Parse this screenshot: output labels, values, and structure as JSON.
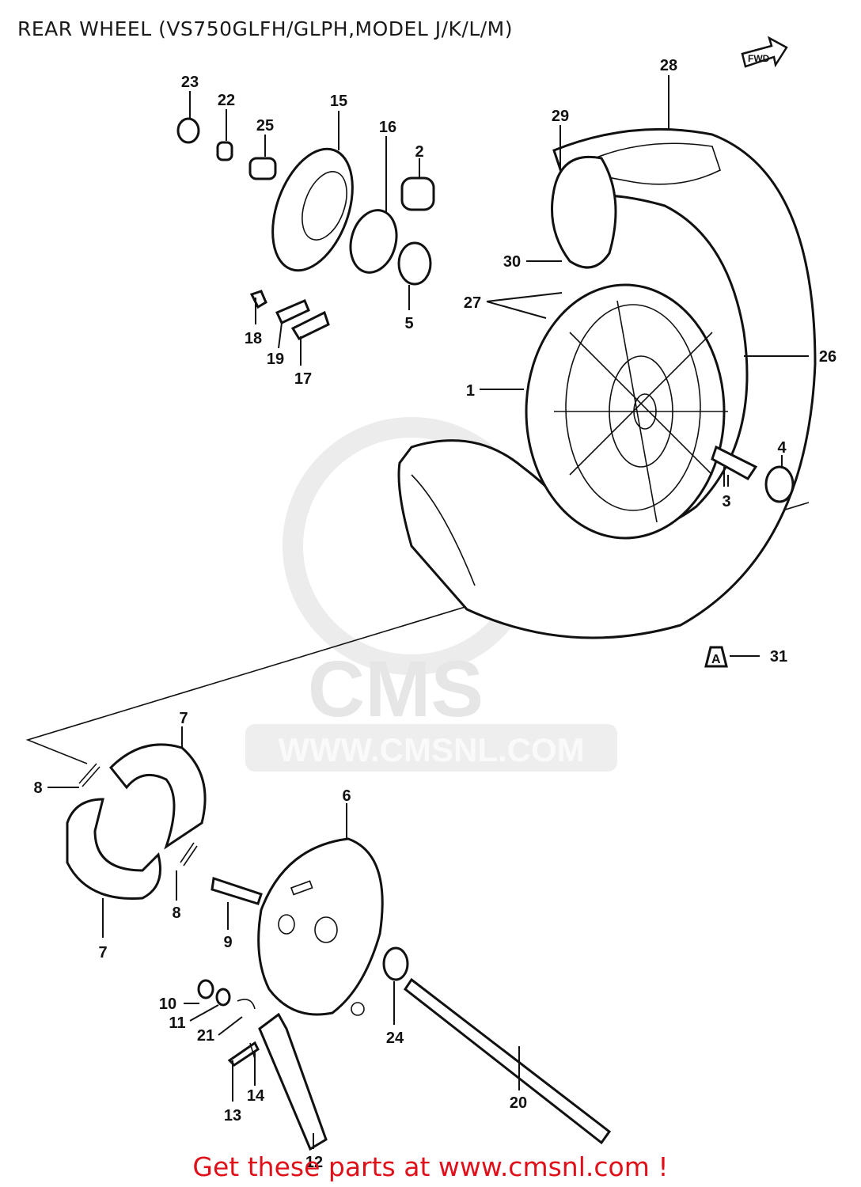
{
  "title": "REAR WHEEL (VS750GLFH/GLPH,MODEL J/K/L/M)",
  "footer": "Get these parts at www.cmsnl.com !",
  "watermark": {
    "logo": "CMS",
    "url": "WWW.CMSNL.COM"
  },
  "fwd_arrow": "FWD",
  "marker_a": "A",
  "callouts": {
    "c1": "1",
    "c2": "2",
    "c3": "3",
    "c4": "4",
    "c5": "5",
    "c6": "6",
    "c7a": "7",
    "c7b": "7",
    "c8a": "8",
    "c8b": "8",
    "c9": "9",
    "c10": "10",
    "c11": "11",
    "c12": "12",
    "c13": "13",
    "c14": "14",
    "c15": "15",
    "c16": "16",
    "c17": "17",
    "c18": "18",
    "c19": "19",
    "c20": "20",
    "c21": "21",
    "c22": "22",
    "c23": "23",
    "c24": "24",
    "c25": "25",
    "c26": "26",
    "c27": "27",
    "c28": "28",
    "c29": "29",
    "c30": "30",
    "c31": "31"
  },
  "colors": {
    "footer_text": "#e0101a",
    "line_art": "#111111",
    "watermark": "#e6e6e6"
  }
}
